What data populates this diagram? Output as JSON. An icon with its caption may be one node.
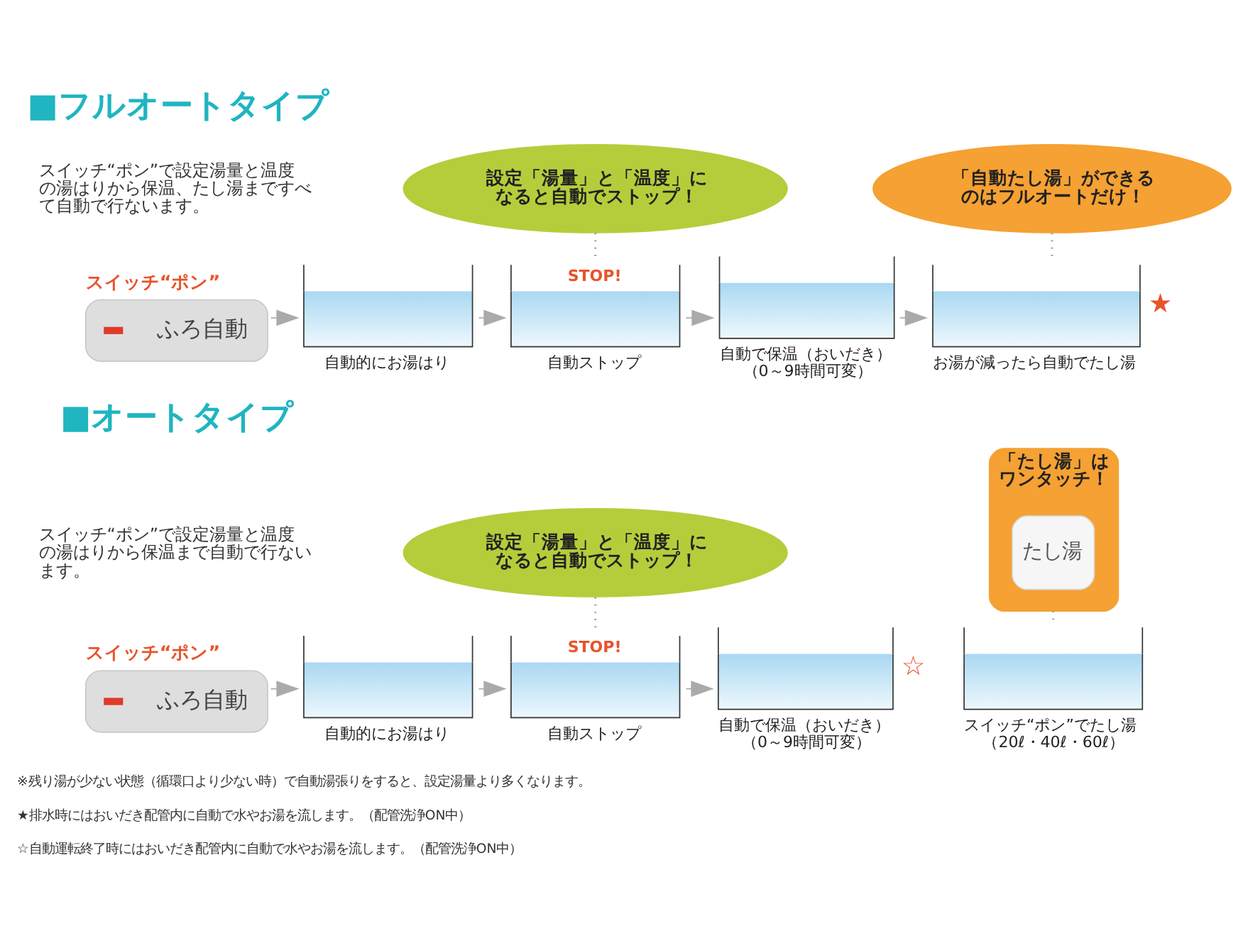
{
  "diagram": {
    "nodes": [
      {
        "text": [
          "設定「湯量」と「温度」になると自動でストップ！"
        ]
      },
      {
        "text": [
          "「自動たし湯」ができるのはフルオートだけ！"
        ]
      },
      {
        "text": [
          "ふろ自動"
        ],
        "beside": [
          "スイッチ“ポン”"
        ]
      },
      {
        "text": [
          "自動的にお湯はり"
        ]
      },
      {
        "text": [
          "STOP!",
          "自動ストップ"
        ]
      },
      {
        "text": [
          "自動で保温（おいだき）（0～9時間可変）"
        ]
      },
      {
        "text": [
          "お湯が減ったら自動でたし湯"
        ],
        "beside": [
          "★"
        ]
      },
      {
        "text": [
          "設定「湯量」と「温度」になると自動でストップ！"
        ]
      },
      {
        "text": [
          "「たし湯」はワンタッチ！"
        ]
      },
      {
        "text": [
          "たし湯"
        ],
        "in": 8
      },
      {
        "text": [
          "ふろ自動"
        ],
        "beside": [
          "スイッチ“ポン”"
        ]
      },
      {
        "text": [
          "自動的にお湯はり"
        ]
      },
      {
        "text": [
          "STOP!",
          "自動ストップ"
        ]
      },
      {
        "text": [
          "自動で保温（おいだき）（0～9時間可変）"
        ],
        "beside": [
          "☆"
        ]
      },
      {
        "text": [
          "スイッチ“ポン”でたし湯（20ℓ・40ℓ・60ℓ）"
        ]
      }
    ],
    "edges": [
      {
        "from": 0,
        "to": 4,
        "arrow": "none",
        "style": "dashed"
      },
      {
        "from": 1,
        "to": 6,
        "arrow": "none",
        "style": "dashed"
      },
      {
        "from": 2,
        "to": 3,
        "arrow": "to"
      },
      {
        "from": 3,
        "to": 4,
        "arrow": "to"
      },
      {
        "from": 4,
        "to": 5,
        "arrow": "to"
      },
      {
        "from": 5,
        "to": 6,
        "arrow": "to"
      },
      {
        "from": 7,
        "to": 12,
        "arrow": "none",
        "style": "dashed"
      },
      {
        "from": 8,
        "to": 14,
        "arrow": "none",
        "style": "dashed"
      },
      {
        "from": 10,
        "to": 11,
        "arrow": "to"
      },
      {
        "from": 11,
        "to": 12,
        "arrow": "to"
      },
      {
        "from": 12,
        "to": 13,
        "arrow": "to"
      }
    ],
    "labels": [
      "■フルオートタイプ",
      "スイッチ“ポン”で設定湯量と温度の湯はりから保温、たし湯まですべて自動で行ないます。",
      "■オートタイプ",
      "スイッチ“ポン”で設定湯量と温度の湯はりから保温まで自動で行ないます。",
      "※残り湯が少ない状態（循環口より少ない時）で自動湯張りをすると、設定湯量より多くなります。",
      "★排水時にはおいだき配管内に自動で水やお湯を流します。（配管洗浄ON中）",
      "☆自動運転終了時にはおいだき配管内に自動で水やお湯を流します。（配管洗浄ON中）"
    ]
  }
}
